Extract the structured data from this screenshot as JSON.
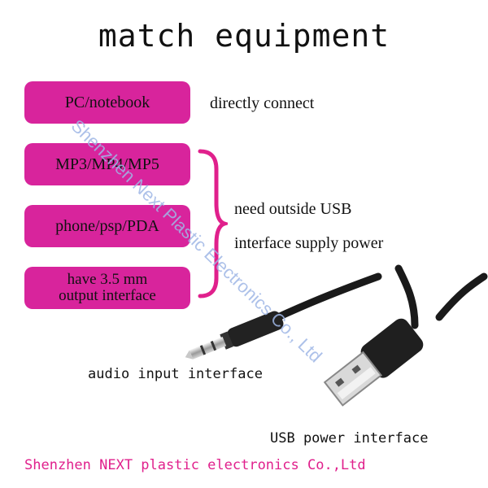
{
  "title": "match equipment",
  "devices": [
    {
      "label": "PC/notebook"
    },
    {
      "label": "MP3/MP4/MP5"
    },
    {
      "label": "phone/psp/PDA"
    },
    {
      "label_line1": "have 3.5 mm",
      "label_line2": "output interface"
    }
  ],
  "notes": {
    "direct": "directly connect",
    "need_line1": "need outside USB",
    "need_line2": "interface supply power"
  },
  "captions": {
    "audio": "audio input interface",
    "usb": "USB power interface"
  },
  "footer": "Shenzhen NEXT plastic electronics Co.,Ltd",
  "watermark": "Shenzhen Next Plastic Electronics Co., Ltd",
  "colors": {
    "pill": "#d8249c",
    "bracket": "#e0208c",
    "footer": "#e0208c",
    "watermark": "#9fb7e6"
  }
}
